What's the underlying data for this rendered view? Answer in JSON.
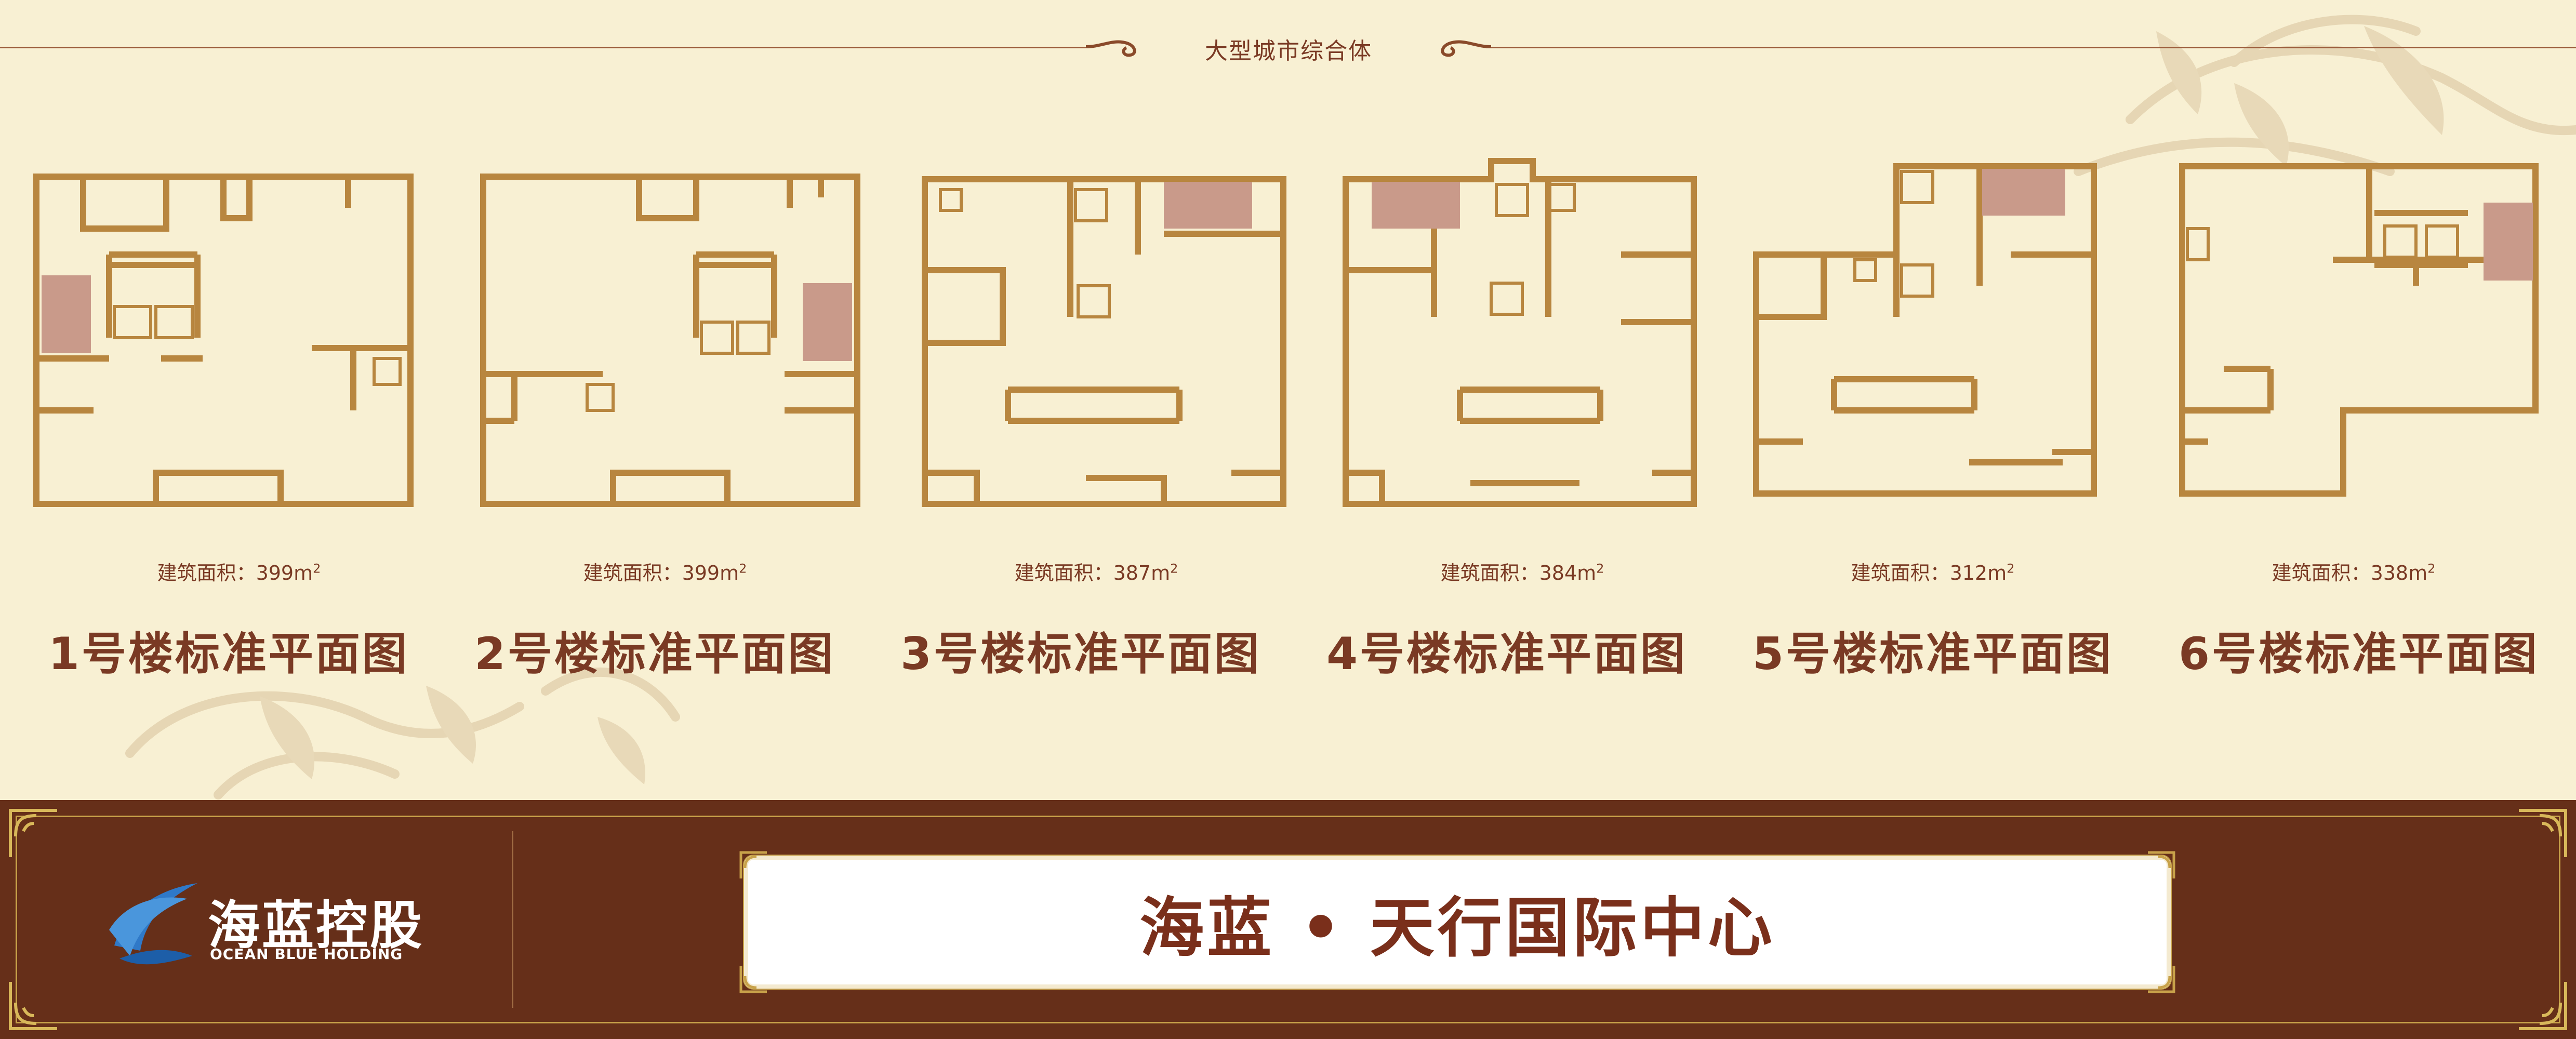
{
  "header": {
    "title": "大型城市综合体"
  },
  "plans": [
    {
      "area": "建筑面积：399m",
      "area_sup": "2",
      "title": "1号楼标准平面图"
    },
    {
      "area": "建筑面积：399m",
      "area_sup": "2",
      "title": "2号楼标准平面图"
    },
    {
      "area": "建筑面积：387m",
      "area_sup": "2",
      "title": "3号楼标准平面图"
    },
    {
      "area": "建筑面积：384m",
      "area_sup": "2",
      "title": "4号楼标准平面图"
    },
    {
      "area": "建筑面积：312m",
      "area_sup": "2",
      "title": "5号楼标准平面图"
    },
    {
      "area": "建筑面积：338m",
      "area_sup": "2",
      "title": "6号楼标准平面图"
    }
  ],
  "footer": {
    "logo_cn": "海蓝控股",
    "logo_en": "OCEAN BLUE HOLDING",
    "project_name": "海蓝 • 天行国际中心"
  },
  "colors": {
    "background": "#f8f0d3",
    "wall": "#b8863f",
    "footer_bg": "#662f19",
    "title_text": "#7a3a24",
    "stair_hatch": "#c99a8a",
    "logo_blue": "#2f79c8"
  }
}
